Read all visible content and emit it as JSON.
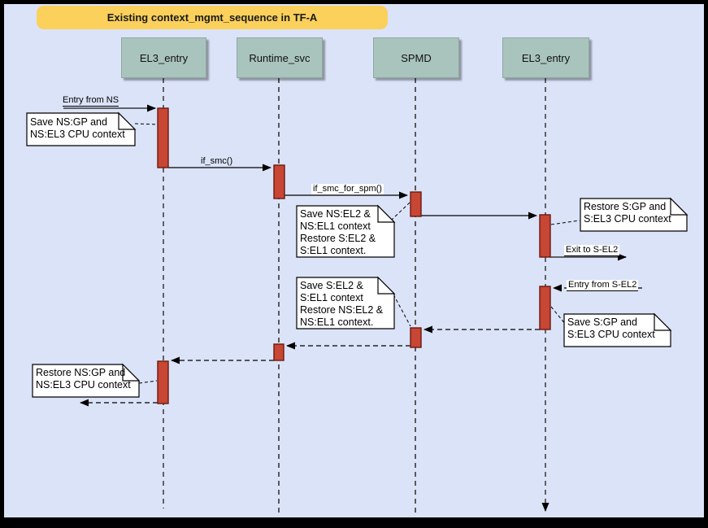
{
  "diagram_title": "Existing context_mgmt_sequence in TF-A",
  "actors": [
    {
      "label": "EL3_entry"
    },
    {
      "label": "Runtime_svc"
    },
    {
      "label": "SPMD"
    },
    {
      "label": "EL3_entry"
    }
  ],
  "messages": {
    "entry_from_ns": {
      "label": "Entry from NS",
      "style": "solid-gray"
    },
    "if_smc": {
      "label": "if_smc()",
      "style": "solid-black"
    },
    "if_smc_for_spm": {
      "label": "if_smc_for_spm()",
      "style": "solid-black"
    },
    "spmd_to_el3": {
      "label": "",
      "style": "solid-black"
    },
    "exit_to_s_el2": {
      "label": "Exit to S-EL2",
      "style": "solid-gray"
    },
    "entry_from_s_el2": {
      "label": "Entry from S-EL2",
      "style": "dashed-black"
    },
    "returns": {
      "count": 4,
      "style": "dashed-black"
    }
  },
  "notes": {
    "save_ns_gp": {
      "lines": [
        "Save NS:GP and",
        "NS:EL3 CPU context"
      ]
    },
    "save_ns_el2": {
      "lines": [
        "Save NS:EL2 &",
        "NS:EL1 context",
        "Restore S:EL2 &",
        "S:EL1 context."
      ]
    },
    "restore_s_gp": {
      "lines": [
        "Restore S:GP and",
        "S:EL3 CPU context"
      ]
    },
    "save_s_gp": {
      "lines": [
        "Save S:GP and",
        "S:EL3 CPU context"
      ]
    },
    "save_s_el2": {
      "lines": [
        "Save S:EL2 &",
        "S:EL1 context",
        "Restore NS:EL2 &",
        "NS:EL1 context."
      ]
    },
    "restore_ns_gp": {
      "lines": [
        "Restore NS:GP and",
        "NS:EL3 CPU context"
      ]
    }
  },
  "colors": {
    "canvas_background": "#dbe3f8",
    "frame_border": "#000000",
    "title_banner": "#fbd05b",
    "actor_fill": "#a9c4bd",
    "activation_fill": "#c74634",
    "activation_border": "#6b1a10",
    "gray_arrow": "#5f6368",
    "note_fill": "#ffffff"
  }
}
